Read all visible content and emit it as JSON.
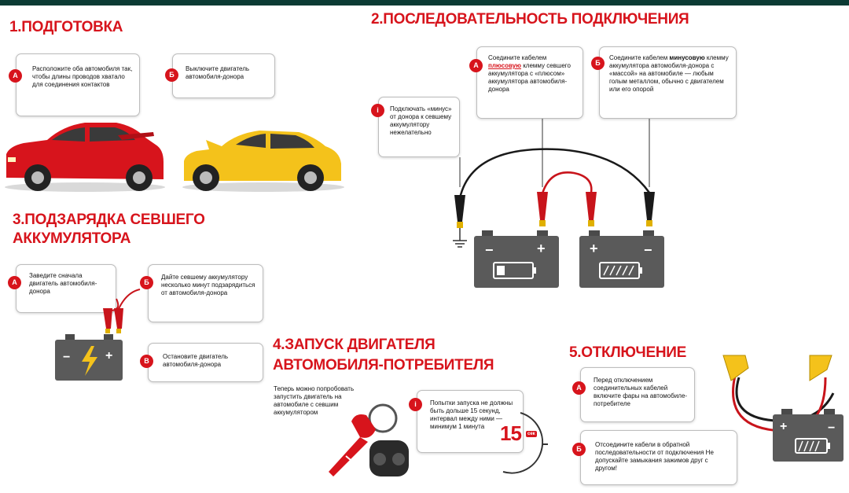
{
  "s1": {
    "title": "1.ПОДГОТОВКА",
    "a_badge": "А",
    "a_text": "Расположите оба автомобиля так, чтобы длины проводов хватало для соединения контактов",
    "b_badge": "Б",
    "b_text": "Выключите двигатель автомобиля-донора"
  },
  "s2": {
    "title": "2.ПОСЛЕДОВАТЕЛЬНОСТЬ ПОДКЛЮЧЕНИЯ",
    "a_badge": "А",
    "a_pre": "Соедините кабелем ",
    "a_hl": "плюсовую",
    "a_post": " клемму севшего аккумулятора с «плюсом» аккумулятора автомобиля-донора",
    "b_badge": "Б",
    "b_pre": "Соедините кабелем ",
    "b_hl": "минусовую",
    "b_post": " клемму аккумулятора автомобиля-донора с «массой» на автомобиле — любым голым металлом, обычно с двигателем или его опорой",
    "i_badge": "i",
    "i_text": "Подключать «минус» от донора к севшему аккумулятору нежелательно",
    "plus": "+",
    "minus": "−"
  },
  "s3": {
    "title_line1": "3.ПОДЗАРЯДКА СЕВШЕГО",
    "title_line2": "АККУМУЛЯТОРА",
    "a_badge": "А",
    "a_text": "Заведите сначала двигатель автомобиля-донора",
    "b_badge": "Б",
    "b_text": "Дайте севшему аккумулятору несколько минут подзарядиться от автомобиля-донора",
    "c_badge": "В",
    "c_text": "Остановите двигатель автомобиля-донора",
    "plus": "+",
    "minus": "−"
  },
  "s4": {
    "title_line1": "4.ЗАПУСК ДВИГАТЕЛЯ",
    "title_line2": "АВТОМОБИЛЯ-ПОТРЕБИТЕЛЯ",
    "note": "Теперь можно попробовать запустить двигатель на автомобиле с севшим аккумулятором",
    "i_badge": "i",
    "i_text": "Попытки запуска не должны быть дольше 15 секунд, интервал между ними — минимум 1 минута",
    "timer_value": "15",
    "timer_unit": "сек"
  },
  "s5": {
    "title": "5.ОТКЛЮЧЕНИЕ",
    "a_badge": "А",
    "a_text": "Перед отключением соединительных кабелей включите фары на автомобиле-потребителе",
    "b_badge": "Б",
    "b_text": "Отсоедините кабели в обратной последовательности от подключения Не допускайте замыкания зажимов друг с другом!",
    "plus": "+",
    "minus": "−"
  },
  "colors": {
    "accent": "#d7141c",
    "battery": "#5a5a5a",
    "car_red": "#d7141c",
    "car_yellow": "#f4c21b"
  }
}
